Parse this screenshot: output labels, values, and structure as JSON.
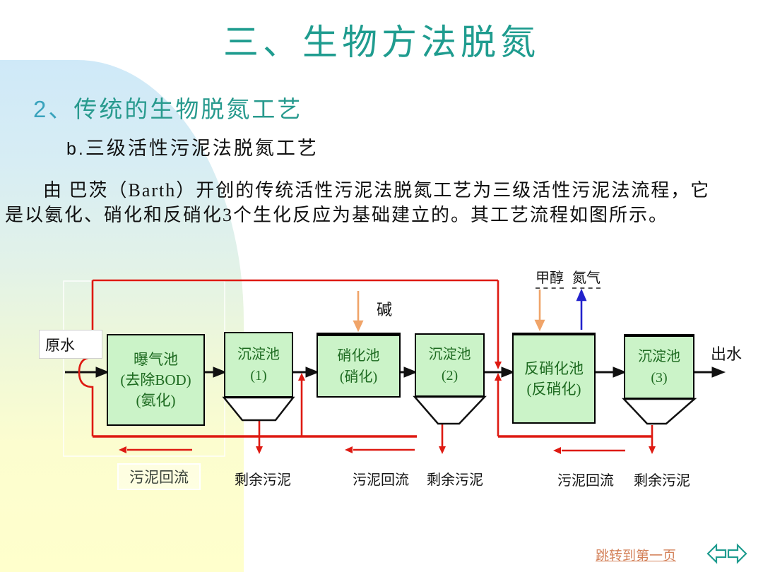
{
  "slide": {
    "title": "三、生物方法脱氮",
    "section_number": "2、",
    "section_title": "传统的生物脱氮工艺",
    "subsection_prefix": "b.",
    "subsection_title": "三级活性污泥法脱氮工艺",
    "paragraph": {
      "line1": "由 巴茨（Barth）开创的传统活性污泥法脱氮工艺为三级活性污泥法流程，它",
      "line2": "是以氨化、硝化和反硝化3个生化反应为基础建立的。其工艺流程如图所示。"
    }
  },
  "diagram": {
    "boxes": {
      "aeration": {
        "line1": "曝气池",
        "line2": "(去除BOD)",
        "line3": "(氨化)"
      },
      "settling1": {
        "line1": "沉淀池",
        "line2": "(1)"
      },
      "nitrification": {
        "line1": "硝化池",
        "line2": "(硝化)"
      },
      "settling2": {
        "line1": "沉淀池",
        "line2": "(2)"
      },
      "denitrification": {
        "line1": "反硝化池",
        "line2": "(反硝化)"
      },
      "settling3": {
        "line1": "沉淀池",
        "line2": "(3)"
      }
    },
    "labels": {
      "influent": "原水",
      "effluent": "出水",
      "alkali": "碱",
      "methanol": "甲醇",
      "nitrogen_gas": "氮气",
      "sludge_return1": "污泥回流",
      "excess_sludge1": "剩余污泥",
      "sludge_return2": "污泥回流",
      "excess_sludge2": "剩余污泥",
      "sludge_return3": "污泥回流",
      "excess_sludge3": "剩余污泥"
    }
  },
  "footer": {
    "jump_link_label": "跳转到第一页"
  },
  "colors": {
    "title_teal": "#1f9c8f",
    "accent_number_blue": "#3aa3bd",
    "box_fill_green": "#cbf3c8",
    "box_text_green": "#1e6b21",
    "flow_red": "#de1a12",
    "dose_orange": "#f0a469",
    "gas_blue": "#2222cc",
    "link_orange": "#d4835c"
  }
}
